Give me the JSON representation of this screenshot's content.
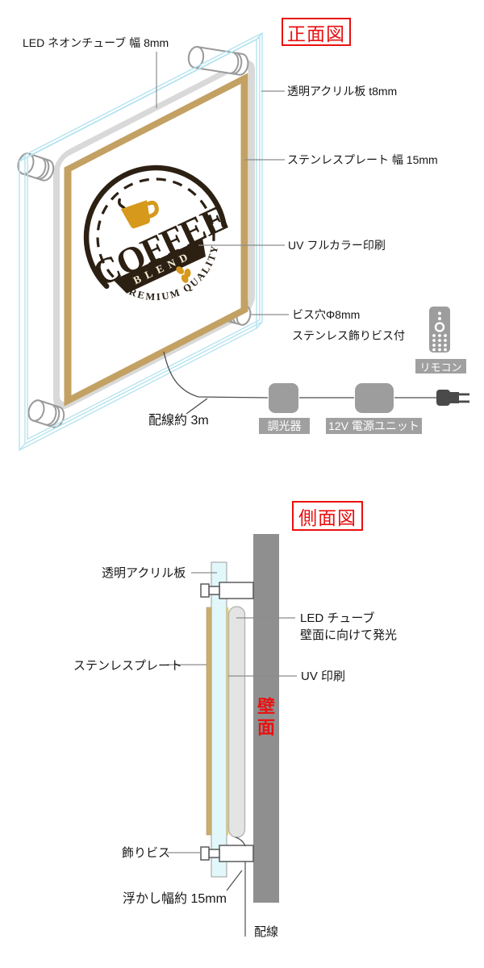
{
  "front_view": {
    "title": "正面図",
    "callouts": {
      "led_tube": "LED ネオンチューブ 幅 8mm",
      "acrylic": "透明アクリル板 t8mm",
      "stainless_plate": "ステンレスプレート 幅 15mm",
      "uv_print": "UV フルカラー印刷",
      "screw_hole_line1": "ビス穴Φ8mm",
      "screw_hole_line2": "ステンレス飾りビス付",
      "wiring_length": "配線約 3m"
    },
    "sign_logo": {
      "main_text": "COFFEE",
      "banner_text": "BLEND",
      "arc_text": "PREMIUM QUALITY"
    },
    "accessories": {
      "remote_tag": "リモコン",
      "dimmer_tag": "調光器",
      "power_tag": "12V 電源ユニット"
    }
  },
  "side_view": {
    "title": "側面図",
    "callouts": {
      "acrylic": "透明アクリル板",
      "led_tube_line1": "LED チューブ",
      "led_tube_line2": "壁面に向けて発光",
      "stainless_plate": "ステンレスプレート",
      "uv_print": "UV 印刷",
      "wall": "壁面",
      "deco_screw": "飾りビス",
      "float_width": "浮かし幅約 15mm",
      "wiring": "配線"
    }
  },
  "colors": {
    "accent_red": "#ea1010",
    "acrylic_cyan": "#b5e3ef",
    "stainless_tan": "#c3a163",
    "logo_brown": "#2c2013",
    "logo_gold": "#d6991c",
    "component_gray": "#9d9d9d",
    "wall_gray": "#8f8f8f",
    "uv_yellow": "#f2cb3d"
  }
}
